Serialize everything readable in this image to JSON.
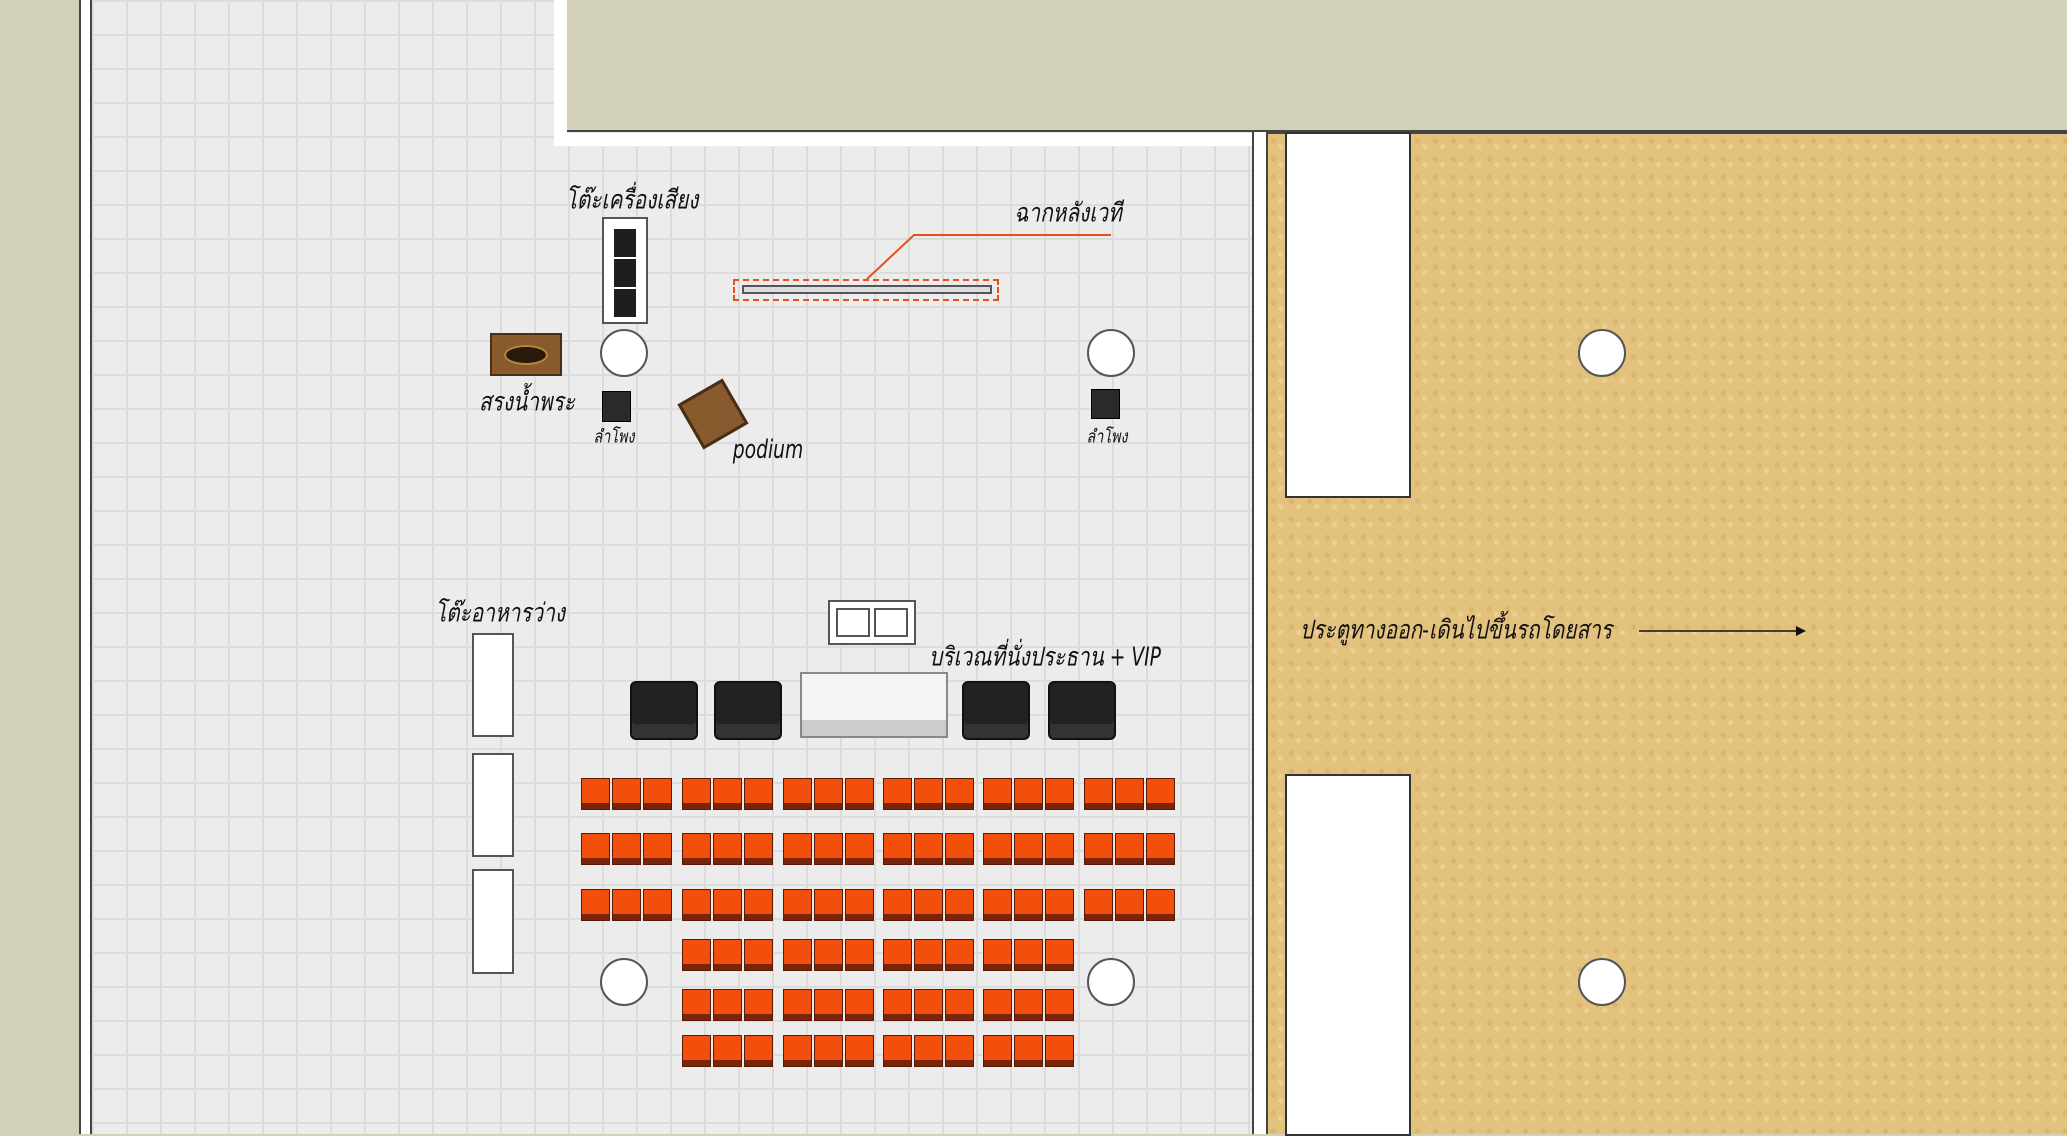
{
  "labels": {
    "sound_table": "โต๊ะเครื่องเสียง",
    "backdrop": "ฉากหลังเวที",
    "holy_water": "สรงน้ำพระ",
    "speaker_left": "ลำโพง",
    "speaker_right": "ลำโพง",
    "podium": "podium",
    "snack_table": "โต๊ะอาหารว่าง",
    "vip_area": "บริเวณที่นั่งประธาน + VIP",
    "exit": "ประตูทางออก-เดินไปขึ้นรถโดยสาร"
  },
  "seating": {
    "front_rows": 3,
    "front_groups": 6,
    "back_rows": 3,
    "back_groups": 4,
    "seats_per_group": 3
  },
  "colors": {
    "seat": "#f24e0c",
    "sand": "#e3c27e",
    "backdrop_marker": "#e8501a"
  }
}
